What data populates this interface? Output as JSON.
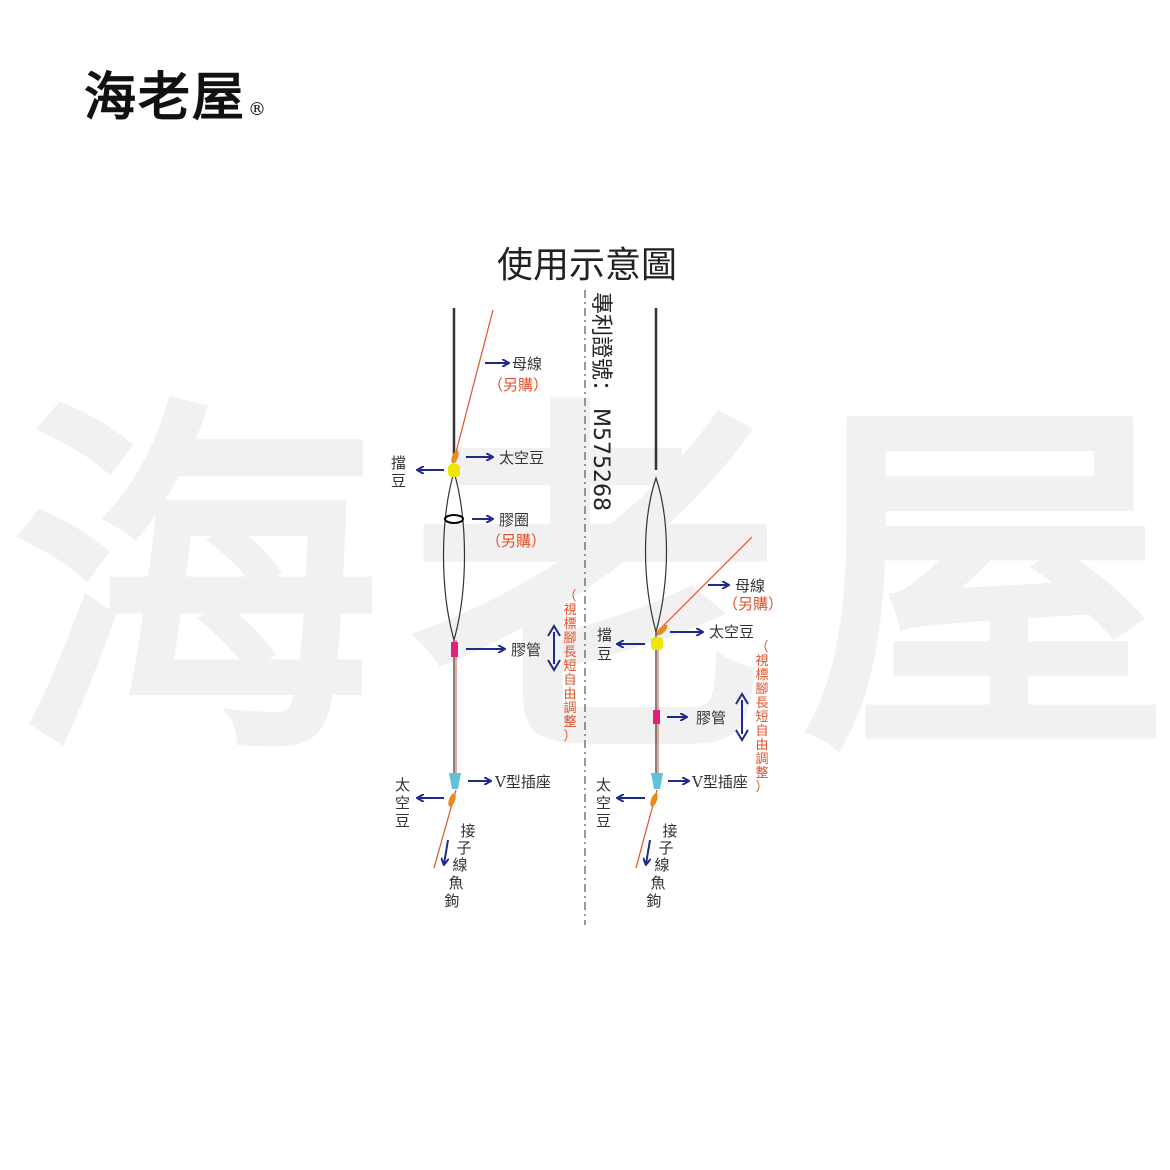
{
  "brand": {
    "name": "海老屋",
    "reg": "®"
  },
  "watermark": [
    "海",
    "老",
    "屋"
  ],
  "diagram": {
    "title": "使用示意圖",
    "patent_label": "專利證號：",
    "patent_number": "M575268",
    "colors": {
      "arrow": "#1f2a8c",
      "line": "#e0502a",
      "rod": "#333333",
      "stopper": "#f2e600",
      "tube": "#e0207a",
      "socket": "#5fc3d8",
      "bead": "#e98a1c"
    },
    "left": {
      "main_line": "母線",
      "main_line_note": "（另購）",
      "stopper": [
        "擋",
        "豆"
      ],
      "space_bean": "太空豆",
      "rubber_ring": "膠圈",
      "rubber_ring_note": "（另購）",
      "rubber_tube": "膠管",
      "adjust_note": [
        "（",
        "視",
        "標",
        "腳",
        "長",
        "短",
        "自",
        "由",
        "調",
        "整",
        "）"
      ],
      "v_socket": "V型插座",
      "space_bean_bottom": [
        "太",
        "空",
        "豆"
      ],
      "leader": [
        "接",
        "子",
        "線",
        "魚",
        "鉤"
      ]
    },
    "right": {
      "main_line": "母線",
      "main_line_note": "（另購）",
      "stopper": [
        "擋",
        "豆"
      ],
      "space_bean": "太空豆",
      "rubber_tube": "膠管",
      "adjust_note": [
        "（",
        "視",
        "標",
        "腳",
        "長",
        "短",
        "自",
        "由",
        "調",
        "整",
        "）"
      ],
      "v_socket": "V型插座",
      "space_bean_bottom": [
        "太",
        "空",
        "豆"
      ],
      "leader": [
        "接",
        "子",
        "線",
        "魚",
        "鉤"
      ]
    }
  }
}
